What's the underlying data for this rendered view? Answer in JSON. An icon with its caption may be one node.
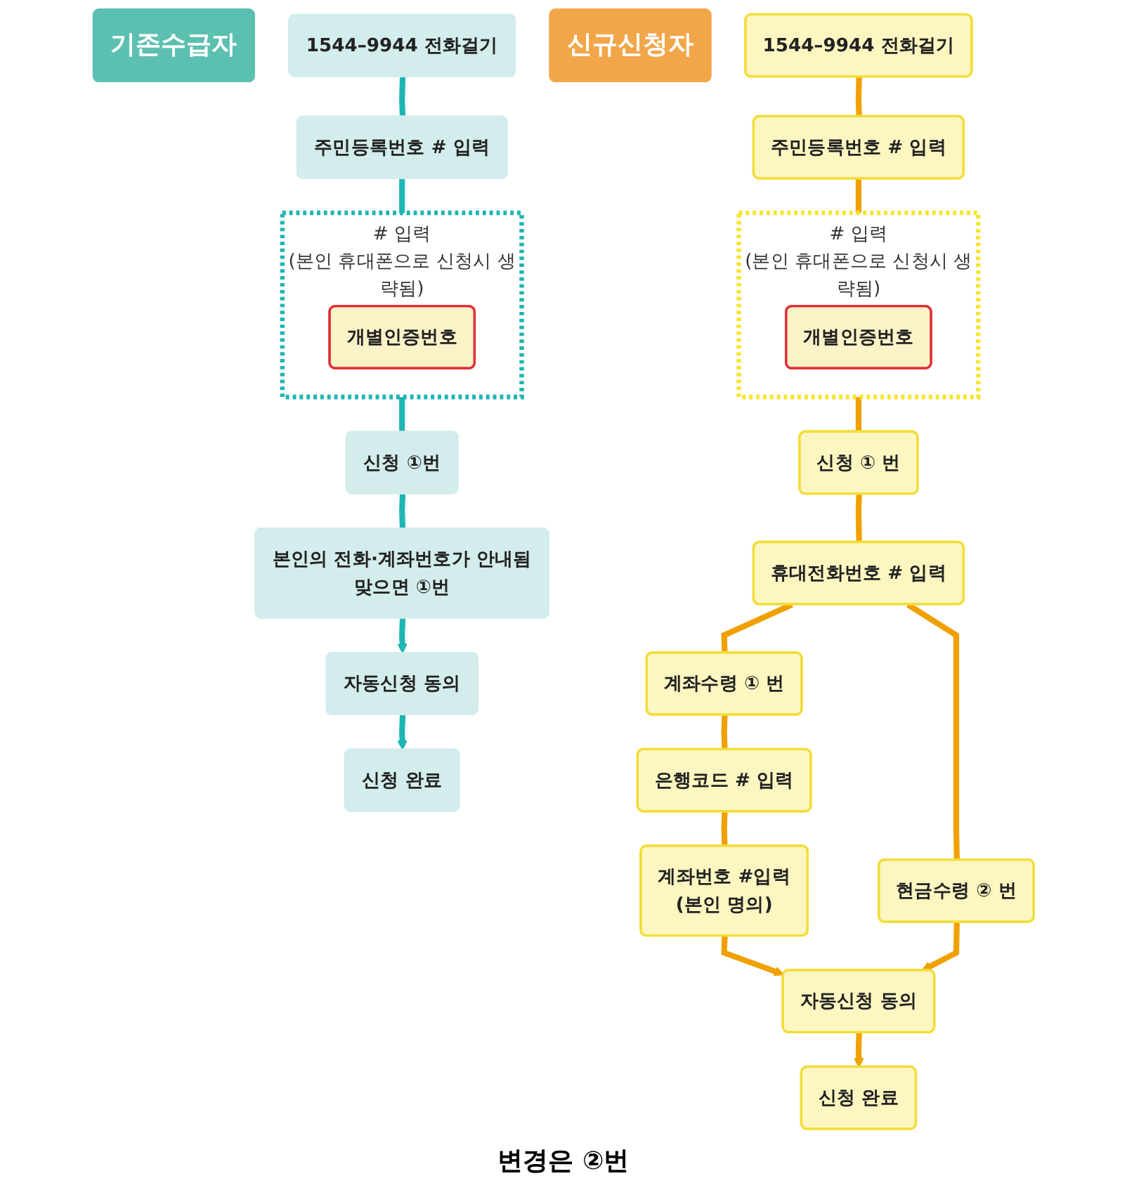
{
  "diagram": {
    "nodes": [
      {
        "text": [
          "기존수급자"
        ]
      },
      {
        "text": [
          "1544–9944 전화걸기"
        ]
      },
      {
        "text": [
          "주민등록번호 # 입력"
        ]
      },
      {
        "text": [
          "# 입력",
          "(본인 휴대폰으로 신청시 생략됨)"
        ]
      },
      {
        "text": [
          "개별인증번호"
        ],
        "in": 3
      },
      {
        "text": [
          "신청 ①번"
        ]
      },
      {
        "text": [
          "본인의 전화·계좌번호가 안내됨",
          "맞으면 ①번"
        ]
      },
      {
        "text": [
          "자동신청 동의"
        ]
      },
      {
        "text": [
          "신청 완료"
        ]
      },
      {
        "text": [
          "신규신청자"
        ]
      },
      {
        "text": [
          "1544–9944 전화걸기"
        ]
      },
      {
        "text": [
          "주민등록번호 # 입력"
        ]
      },
      {
        "text": [
          "# 입력",
          "(본인 휴대폰으로 신청시 생략됨)"
        ]
      },
      {
        "text": [
          "개별인증번호"
        ],
        "in": 12
      },
      {
        "text": [
          "신청 ① 번"
        ]
      },
      {
        "text": [
          "휴대전화번호 # 입력"
        ]
      },
      {
        "text": [
          "계좌수령 ① 번"
        ]
      },
      {
        "text": [
          "현금수령 ② 번"
        ]
      },
      {
        "text": [
          "은행코드 # 입력"
        ]
      },
      {
        "text": [
          "계좌번호 #입력",
          "(본인 명의)"
        ]
      },
      {
        "text": [
          "자동신청 동의"
        ]
      },
      {
        "text": [
          "신청 완료"
        ]
      }
    ],
    "edges": [
      {
        "from": 1,
        "to": 2,
        "arrow": "none",
        "color": "#1fb5b5"
      },
      {
        "from": 2,
        "to": 3,
        "arrow": "none",
        "color": "#1fb5b5"
      },
      {
        "from": 3,
        "to": 5,
        "arrow": "none",
        "color": "#1fb5b5"
      },
      {
        "from": 5,
        "to": 6,
        "arrow": "none",
        "color": "#1fb5b5"
      },
      {
        "from": 6,
        "to": 7,
        "arrow": "to",
        "color": "#1fb5b5"
      },
      {
        "from": 7,
        "to": 8,
        "arrow": "to",
        "color": "#1fb5b5"
      },
      {
        "from": 10,
        "to": 11,
        "arrow": "none"
      },
      {
        "from": 11,
        "to": 12,
        "arrow": "none"
      },
      {
        "from": 12,
        "to": 14,
        "arrow": "none"
      },
      {
        "from": 14,
        "to": 15,
        "arrow": "none"
      },
      {
        "from": 15,
        "to": 16,
        "arrow": "none"
      },
      {
        "from": 15,
        "to": 17,
        "arrow": "none"
      },
      {
        "from": 16,
        "to": 18,
        "arrow": "none"
      },
      {
        "from": 18,
        "to": 19,
        "arrow": "none"
      },
      {
        "from": 19,
        "to": 20,
        "arrow": "to"
      },
      {
        "from": 17,
        "to": 20,
        "arrow": "to"
      },
      {
        "from": 20,
        "to": 21,
        "arrow": "to"
      }
    ],
    "labels": [
      "변경은 ②번"
    ]
  }
}
